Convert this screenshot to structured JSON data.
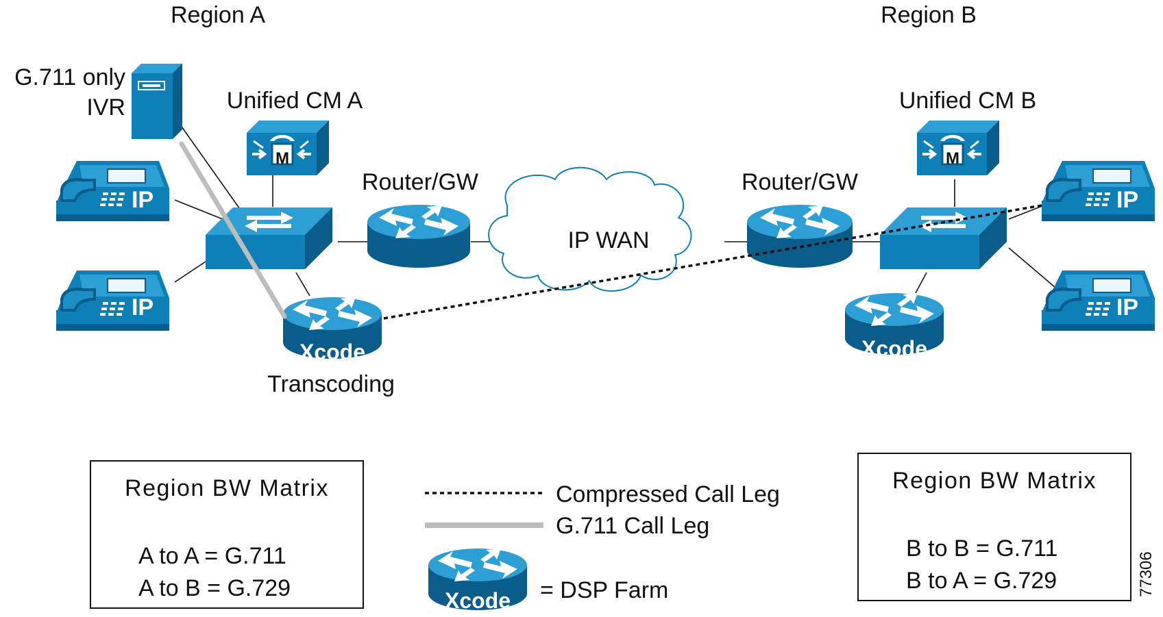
{
  "regions": {
    "a": "Region A",
    "b": "Region B"
  },
  "ivr": {
    "line1": "G.711 only",
    "line2": "IVR"
  },
  "ucm_a": {
    "label": "Unified CM A",
    "badge": "M"
  },
  "ucm_b": {
    "label": "Unified CM B",
    "badge": "M"
  },
  "router_a": {
    "label": "Router/GW"
  },
  "router_b": {
    "label": "Router/GW"
  },
  "wan": {
    "label": "IP WAN"
  },
  "phones": {
    "badge": "IP"
  },
  "xcode_a": {
    "badge": "Xcode",
    "caption": "Transcoding"
  },
  "xcode_b": {
    "badge": "Xcode"
  },
  "matrix_a": {
    "title": "Region BW Matrix",
    "row1": "A to A =  G.711",
    "row2": "A to B =  G.729"
  },
  "matrix_b": {
    "title": "Region BW Matrix",
    "row1": "B to  B = G.711",
    "row2": "B to  A = G.729"
  },
  "legend": {
    "compressed": "Compressed Call Leg",
    "g711": "G.711 Call Leg",
    "dsp_badge": "Xcode",
    "dsp": "= DSP Farm"
  },
  "figure_id": "77306",
  "colors": {
    "device": "#0f7fb8",
    "device_dark": "#0a5d8a",
    "device_light": "#2d9fd4",
    "g711_leg": "#bdbdbd"
  }
}
